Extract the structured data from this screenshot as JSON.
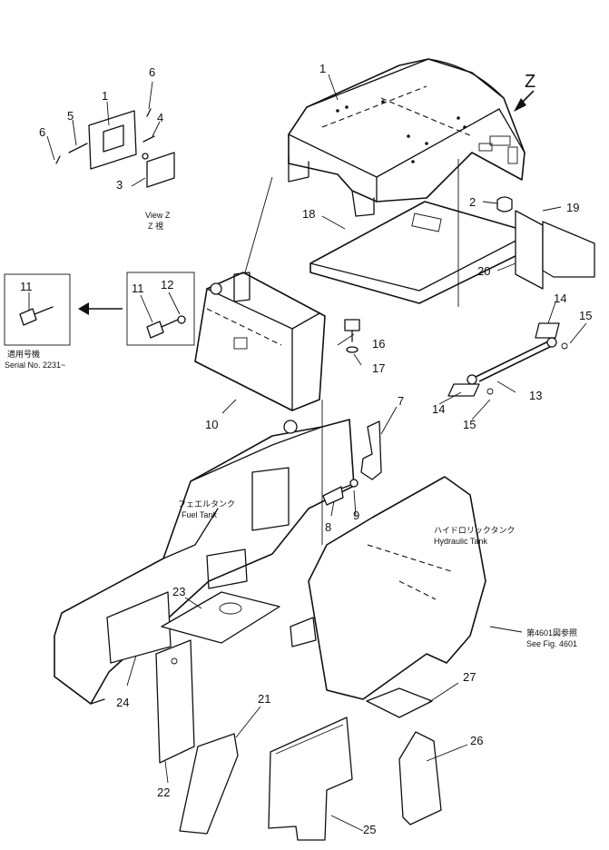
{
  "labels": {
    "p1": "1",
    "p1b": "1",
    "p2": "2",
    "p3": "3",
    "p4": "4",
    "p5": "5",
    "p6a": "6",
    "p6b": "6",
    "p7": "7",
    "p8": "8",
    "p9": "9",
    "p10": "10",
    "p11a": "11",
    "p11b": "11",
    "p12": "12",
    "p13": "13",
    "p14a": "14",
    "p14b": "14",
    "p15a": "15",
    "p15b": "15",
    "p16": "16",
    "p17": "17",
    "p18": "18",
    "p19": "19",
    "p20": "20",
    "p21": "21",
    "p22": "22",
    "p23": "23",
    "p24": "24",
    "p25": "25",
    "p26": "26",
    "p27": "27"
  },
  "view": {
    "z_letter": "Z",
    "view_z": "View Z",
    "z_jp": "Z 視"
  },
  "notes": {
    "serial_jp": "適用号機",
    "serial_en": "Serial No. 2231~",
    "fuel_jp": "フェエルタンク",
    "fuel_en": "Fuel Tank",
    "hyd_jp": "ハイドロリックタンク",
    "hyd_en": "Hydraulic Tank",
    "seefig_jp": "第4601図参照",
    "seefig_en": "See Fig. 4601"
  }
}
